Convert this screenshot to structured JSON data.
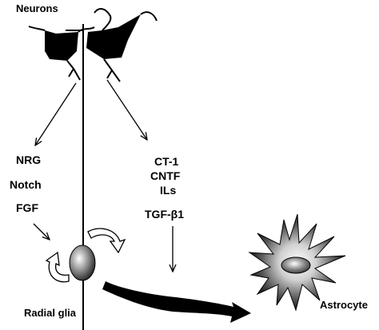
{
  "labels": {
    "neurons": "Neurons",
    "left_factors": [
      "NRG",
      "Notch",
      "FGF"
    ],
    "right_factors": [
      "CT-1",
      "CNTF",
      "ILs",
      "TGF-β1"
    ],
    "radial_glia": "Radial glia",
    "astrocyte": "Astrocyte"
  },
  "icons": {
    "neuron": "neuron-cell-icon",
    "radial_glia": "radial-glia-cell-icon",
    "astrocyte": "astrocyte-star-icon"
  },
  "colors": {
    "ink": "#000000",
    "background": "#ffffff"
  }
}
